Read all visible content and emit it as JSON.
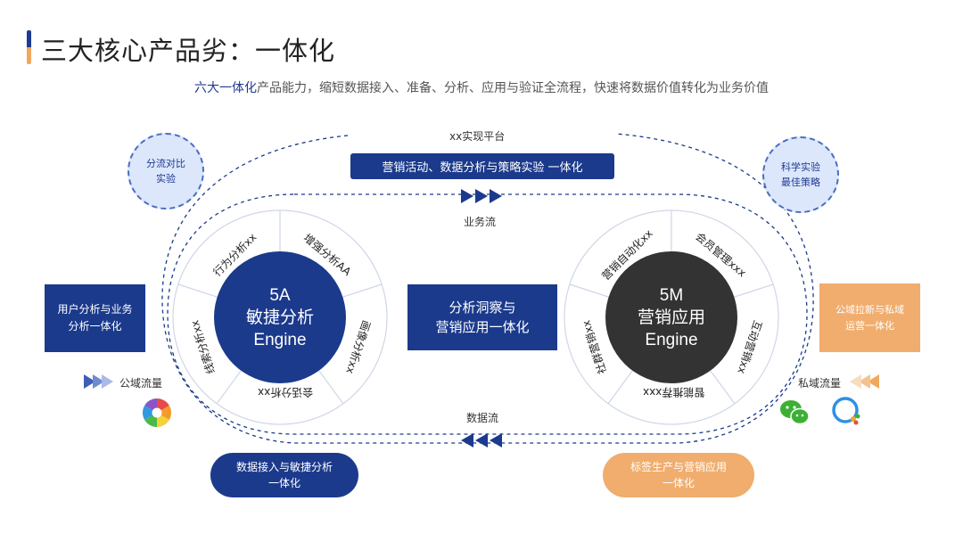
{
  "title": "三大核心产品劣：一体化",
  "subtitle": {
    "highlight": "六大一体化",
    "rest": "产品能力，缩短数据接入、准备、分析、应用与验证全流程，快速将数据价值转化为业务价值"
  },
  "top": {
    "platform_label": "xx实现平台",
    "bar_text": "营销活动、数据分析与策略实验 一体化",
    "business_flow": "业务流"
  },
  "bottom": {
    "data_flow": "数据流"
  },
  "left_circle": "分流对比\n实验",
  "right_circle": "科学实验\n最佳策略",
  "left_box": "用户分析与业务\n分析一体化",
  "right_box": "公域拉新与私域\n运营一体化",
  "center_box": "分析洞察与\n营销应用一体化",
  "pill_left": "数据接入与敏捷分析\n一体化",
  "pill_right": "标签生产与营销应用\n一体化",
  "public_traffic": "公域流量",
  "private_traffic": "私域流量",
  "hub_left": {
    "text": "5A\n敏捷分析\nEngine",
    "segments": [
      "行为分析xx",
      "增强分析AA",
      "画像分析xx",
      "会话分析xx",
      "线索分析xx"
    ]
  },
  "hub_right": {
    "text": "5M\n营销应用\nEngine",
    "segments": [
      "营销自动化xx",
      "会员管理xxx",
      "互动营销xx",
      "智能推荐xxx",
      "社群营销xx"
    ]
  },
  "icons": {
    "left_traffic": "aperture-icon",
    "wechat": "wechat-icon",
    "chat": "chat-bubble-icon"
  },
  "colors": {
    "navy": "#1b3a8c",
    "orange": "#f0ad6e",
    "dark": "#333333"
  }
}
